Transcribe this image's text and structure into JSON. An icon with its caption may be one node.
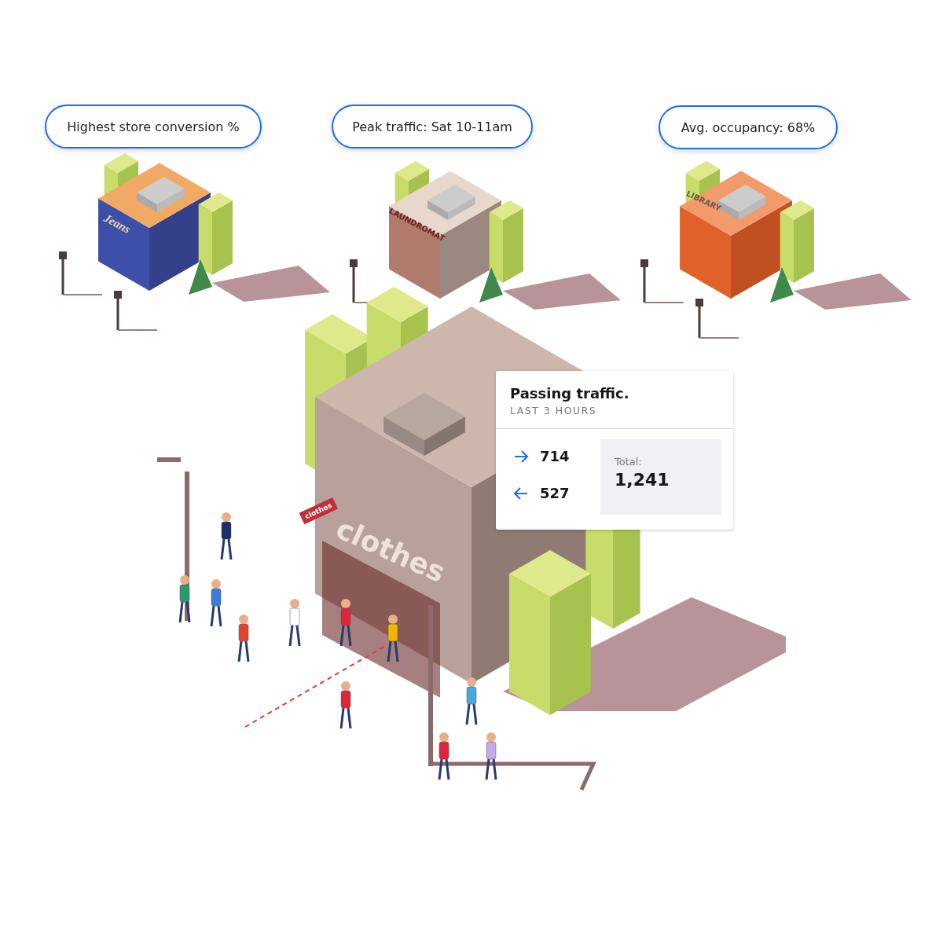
{
  "diagram": {
    "nodes": [
      {
        "text": [
          "Highest store conversion %"
        ]
      },
      {
        "text": [
          "Peak traffic: Sat 10-11am"
        ]
      },
      {
        "text": [
          "Avg. occupancy: 68%"
        ]
      },
      {
        "text": [
          "Passing traffic.",
          "LAST 3 HOURS",
          "714",
          "527"
        ]
      },
      {
        "text": [
          "Total:",
          "1,241"
        ],
        "in": 3
      }
    ],
    "labels": [
      "Jeans",
      "LAUNDROMAT",
      "LIBRARY",
      "clothes",
      "clothes"
    ]
  }
}
